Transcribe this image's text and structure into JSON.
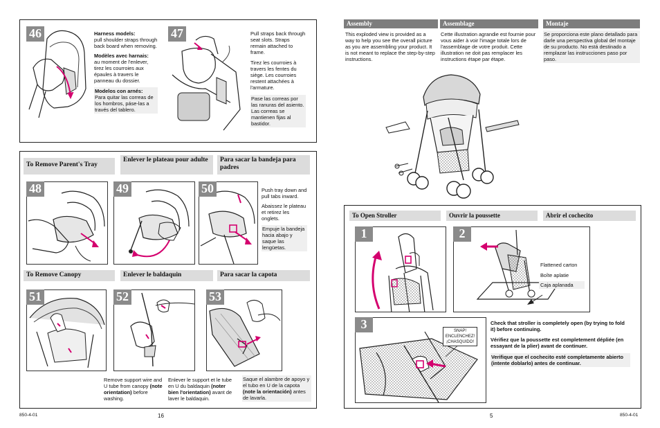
{
  "left_page": {
    "footer_code": "850-4-01",
    "page_number": "16",
    "step46": {
      "num": "46",
      "harness_en_title": "Harness models:",
      "harness_en": "pull shoulder straps through back board when removing.",
      "harness_fr_title": "Modèles avec harnais:",
      "harness_fr": "au moment de l'enlever, tirez les courroies aux épaules à travers le panneau du dossier.",
      "harness_es_title": "Modelos con arnés:",
      "harness_es": "Para quitar las correas de los hombros, páse-las a través del tablero."
    },
    "step47": {
      "num": "47",
      "en": "Pull straps back through seat slots. Straps remain attached to frame.",
      "fr": "Tirez les courroies à travers les fentes du siège. Les courroies restent attachées à l'armature.",
      "es": "Pase las correas por las ranuras del asiento. Las correas se mantienen fijas al bastidor."
    },
    "tray": {
      "title_en": "To Remove Parent's Tray",
      "title_fr": "Enlever le plateau pour adulte",
      "title_es": "Para sacar la bandeja para padres",
      "num48": "48",
      "num49": "49",
      "num50": "50",
      "en": "Push tray down and pull tabs inward.",
      "fr": "Abaissez le plateau et retirez les onglets.",
      "es": "Empuje la bandeja hacia abajo y saque las lengüetas."
    },
    "canopy": {
      "title_en": "To Remove Canopy",
      "title_fr": "Enlever le baldaquin",
      "title_es": "Para sacar la capota",
      "num51": "51",
      "num52": "52",
      "num53": "53",
      "en_1": "Remove support wire and U tube from canopy",
      "en_b": "(note orientation)",
      "en_2": "before washing.",
      "fr_1": "Enlever le support et le tube en U du baldaquin",
      "fr_b": "(noter bien l'orientation)",
      "fr_2": "avant de laver le baldaquin.",
      "es_1": "Saque el alambre de apoyo y el tubo en U de la capota",
      "es_b": "(note la orientación)",
      "es_2": "antes de lavarla."
    }
  },
  "right_page": {
    "footer_code": "850-4-01",
    "page_number": "5",
    "assembly": {
      "title_en": "Assembly",
      "title_fr": "Assemblage",
      "title_es": "Montaje",
      "en": "This exploded view is provided as a way to help you see the overall picture as you are assembling your product. It is not meant to replace the step-by-step instructions.",
      "fr": "Cette illustration agrandie est fournie pour vous aider à voir l'image totale lors de l'assemblage de votre produit. Cette illustration ne doit pas remplacer les instructions étape par étape.",
      "es": "Se proporciona este plano detallado para darle una perspectiva global del montaje de su producto. No está destinado a remplazar las instrucciones paso por paso."
    },
    "open": {
      "title_en": "To Open Stroller",
      "title_fr": "Ouvrir la poussette",
      "title_es": "Abrir el cochecito",
      "num1": "1",
      "num2": "2",
      "num3": "3",
      "carton_en": "Flattened carton",
      "carton_fr": "Boîte aplatie",
      "carton_es": "Caja aplanada",
      "snap": [
        "SNAP!",
        "ENCLENCHEZ!",
        "¡CHASQUIDO!"
      ],
      "check_en": "Check that stroller is completely open (by trying to fold it) before continuing.",
      "check_fr": "Vérifiez que la poussette est completement dépliée (en essayant de la plier) avant de continuer.",
      "check_es": "Verifique que el cochecito esté completamente abierto (intente doblarlo) antes de continuar."
    }
  },
  "colors": {
    "accent": "#d4006e",
    "header_gray": "#dcdcdc",
    "number_gray": "#8a8a8a"
  }
}
